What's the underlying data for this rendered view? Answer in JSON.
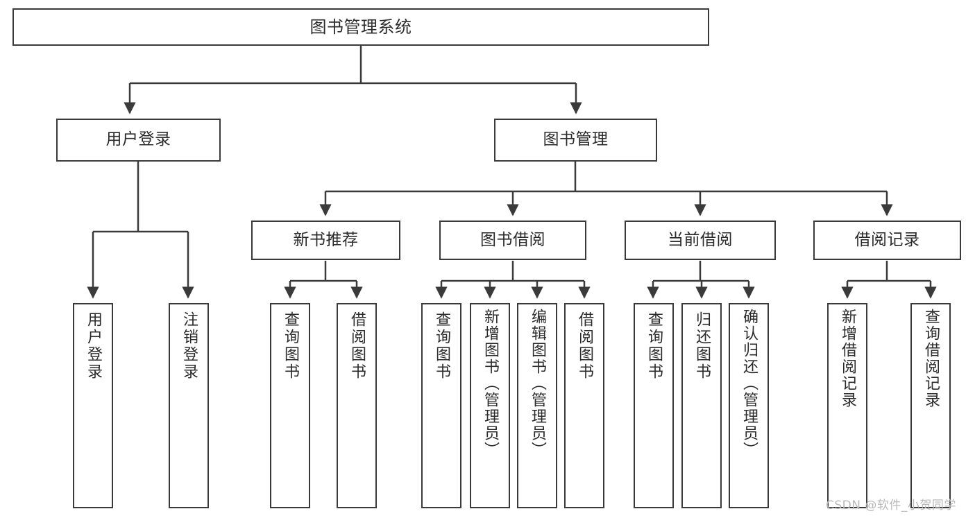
{
  "diagram": {
    "title": "图书管理系统",
    "type": "功能结构图",
    "colors": {
      "box_border": "#3a3a3a",
      "box_fill": "#ffffff",
      "edge": "#3a3a3a",
      "text": "#2b2b2b",
      "background": "#ffffff",
      "watermark": "#b9b9b9"
    },
    "nodes": {
      "root": {
        "label": "图书管理系统"
      },
      "level2": [
        {
          "label": "用户登录"
        },
        {
          "label": "图书管理"
        }
      ],
      "level3": [
        {
          "label": "新书推荐"
        },
        {
          "label": "图书借阅"
        },
        {
          "label": "当前借阅"
        },
        {
          "label": "借阅记录"
        }
      ],
      "leaves_user_login": [
        {
          "label": "用户登录"
        },
        {
          "label": "注销登录"
        }
      ],
      "leaves_new_books": [
        {
          "label": "查询图书"
        },
        {
          "label": "借阅图书"
        }
      ],
      "leaves_borrow": [
        {
          "label": "查询图书"
        },
        {
          "label": "新增图书（管理员）"
        },
        {
          "label": "编辑图书（管理员）"
        },
        {
          "label": "借阅图书"
        }
      ],
      "leaves_current": [
        {
          "label": "查询图书"
        },
        {
          "label": "归还图书"
        },
        {
          "label": "确认归还（管理员）"
        }
      ],
      "leaves_records": [
        {
          "label": "新增借阅记录"
        },
        {
          "label": "查询借阅记录"
        }
      ]
    },
    "watermark": "CSDN @软件_小贺同学"
  }
}
